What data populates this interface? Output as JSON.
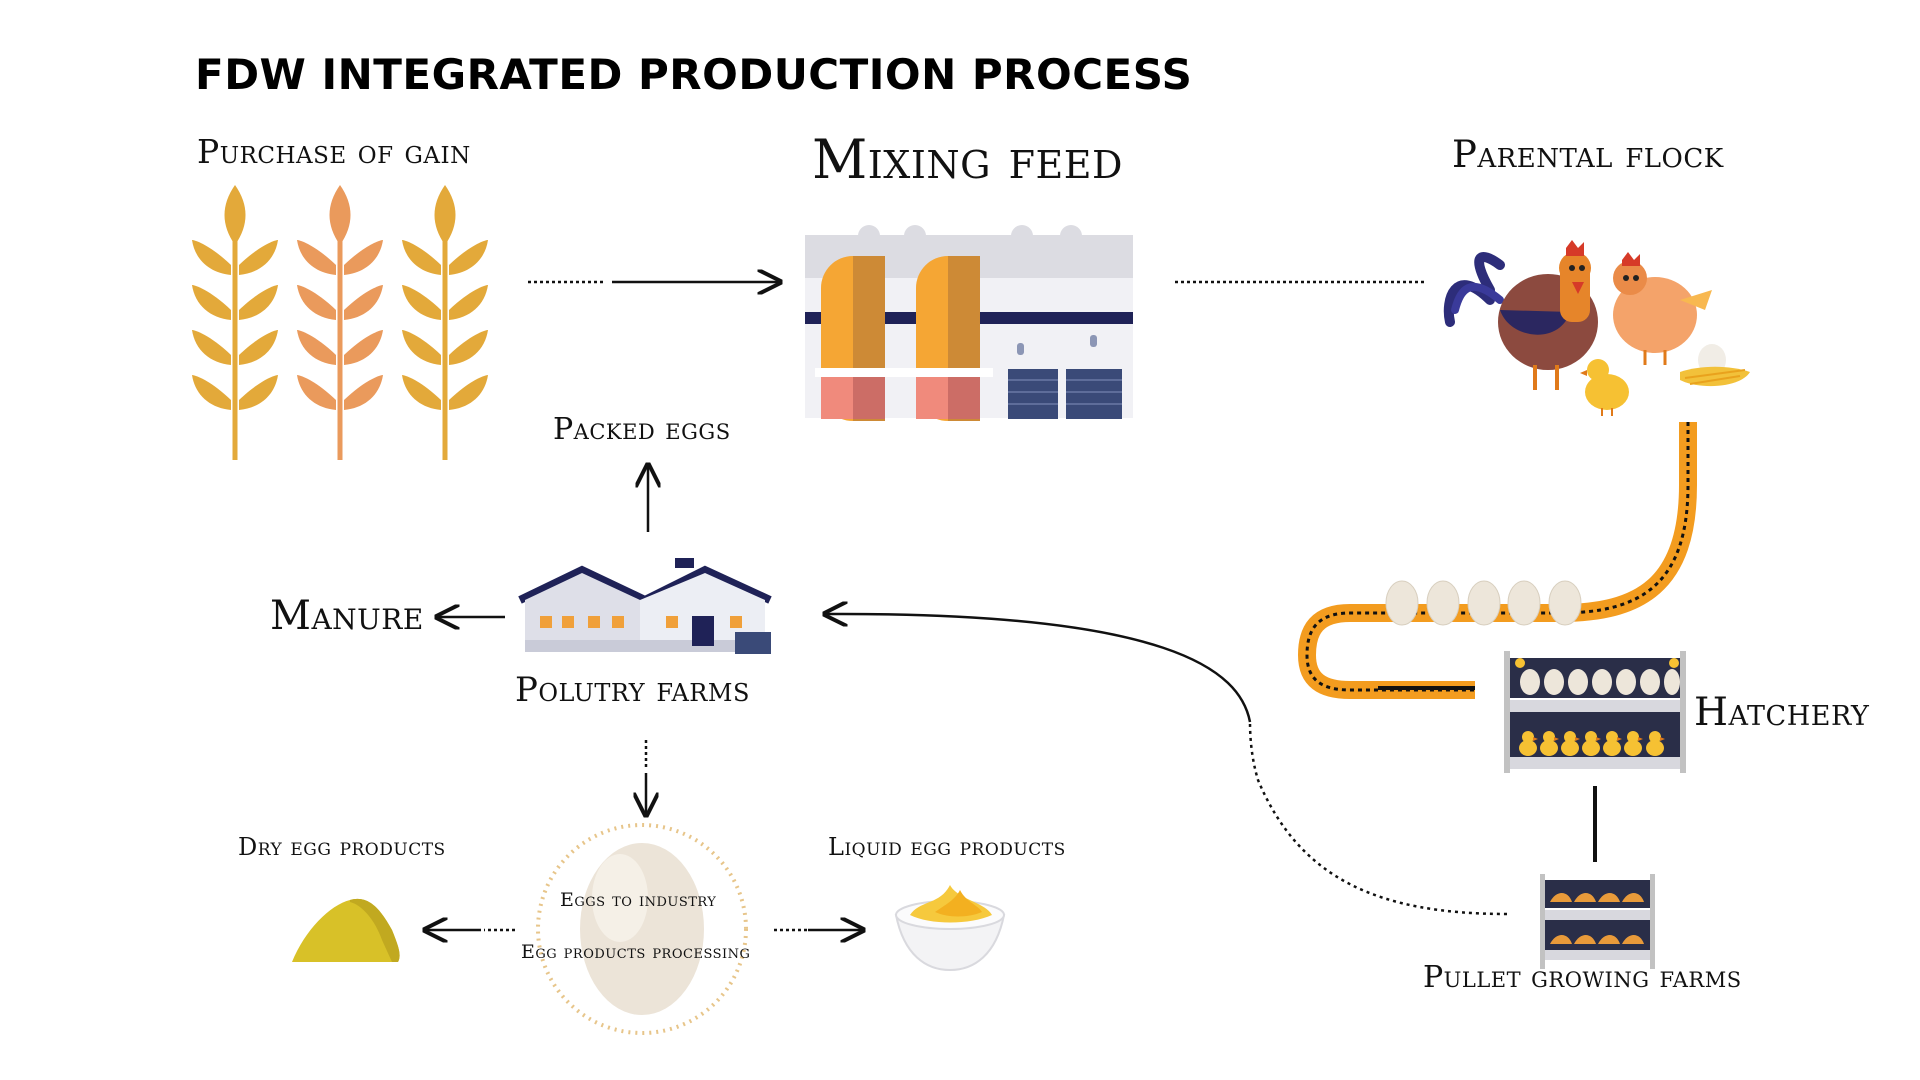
{
  "title": "FDW INTEGRATED PRODUCTION PROCESS",
  "nodes": {
    "purchase": "Purchase of gain",
    "mixing": "Mixing feed",
    "parental": "Parental flock",
    "packed": "Packed eggs",
    "manure": "Manure",
    "poultry": "Polutry farms",
    "hatchery": "Hatchery",
    "pullet": "Pullet growing farms",
    "dry": "Dry egg products",
    "liquid": "Liquid egg products",
    "eggs_industry": "Eggs to industry",
    "egg_processing": "Egg products processing"
  },
  "colors": {
    "wheat_1": "#e3a93a",
    "wheat_2": "#ea9a5c",
    "silo": "#f5a634",
    "conveyor": "#f39c1f",
    "navy": "#1f2257",
    "hen_body": "#8c4a3f",
    "egg_shell": "#ece4d8"
  },
  "icons": [
    "wheat-icon",
    "feed-mill-icon",
    "chicken-family-icon",
    "poultry-farm-icon",
    "hatchery-rack-icon",
    "pullet-rack-icon",
    "egg-icon",
    "powder-pile-icon",
    "liquid-bowl-icon",
    "conveyor-icon"
  ]
}
